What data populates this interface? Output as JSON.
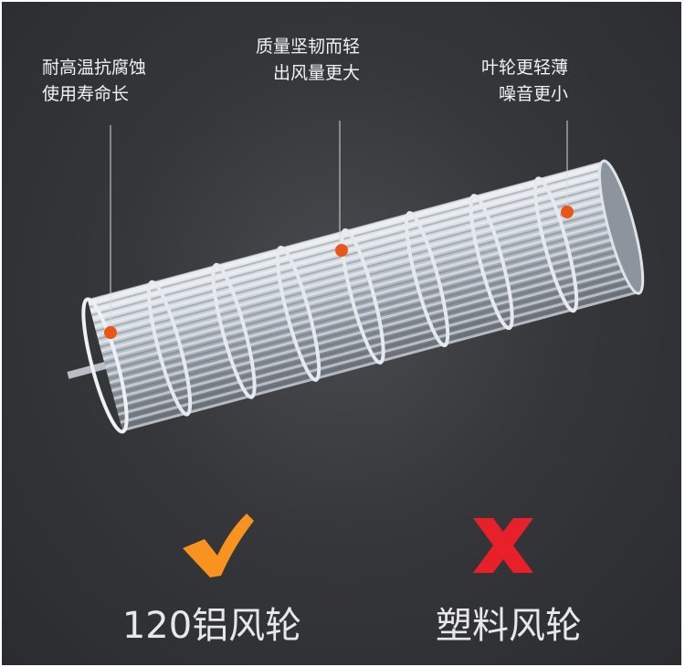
{
  "callouts": [
    {
      "lines": [
        "耐高温抗腐蚀",
        "使用寿命长"
      ]
    },
    {
      "lines": [
        "质量坚韧而轻",
        "出风量更大"
      ]
    },
    {
      "lines": [
        "叶轮更轻薄",
        "噪音更小"
      ]
    }
  ],
  "comparison": {
    "good": {
      "label": "120铝风轮",
      "icon": "checkmark-icon",
      "color": "#f7931e"
    },
    "bad": {
      "label": "塑料风轮",
      "icon": "cross-icon",
      "color": "#e8202a"
    }
  },
  "colors": {
    "background": "#333438",
    "dot": "#e8561a"
  }
}
